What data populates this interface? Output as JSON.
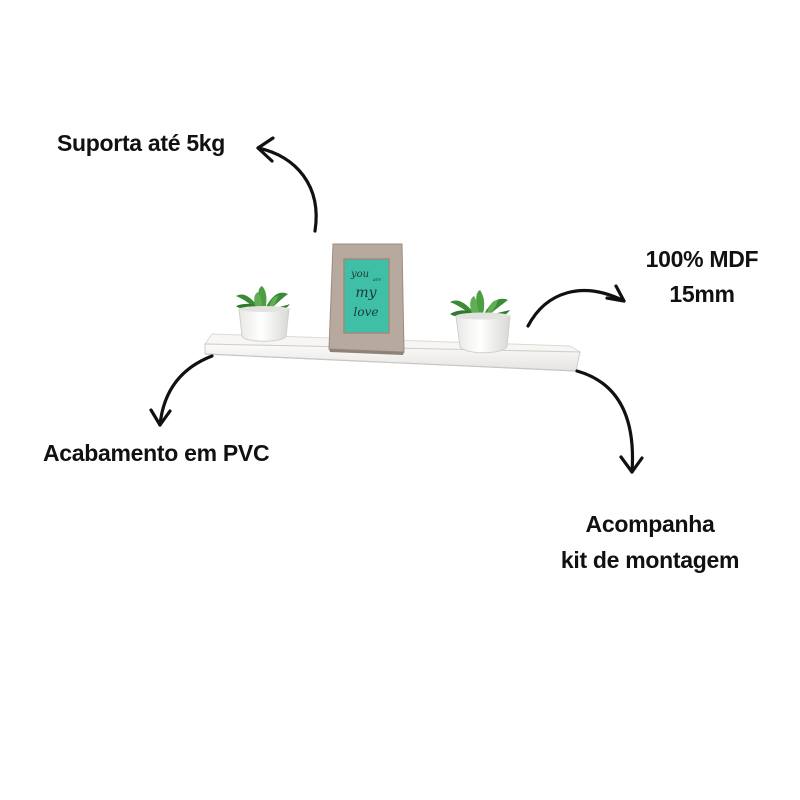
{
  "labels": {
    "load": "Suporta até 5kg",
    "material_line1": "100% MDF",
    "material_line2": "15mm",
    "finish": "Acabamento em PVC",
    "kit_line1": "Acompanha",
    "kit_line2": "kit de montagem"
  },
  "photo": {
    "frame_text_lines": [
      "you",
      "are",
      "my",
      "love"
    ]
  },
  "colors": {
    "text": "#111111",
    "arrow": "#111111",
    "shelf": "#f2f1ef",
    "shelf_edge": "#d9d7d4",
    "frame": "#b7a99d",
    "frame_inner": "#3fbfa6",
    "pot": "#f4f4f2",
    "plant": "#3f8f3a"
  },
  "icons": {
    "arrow": "curved-arrow-icon"
  }
}
